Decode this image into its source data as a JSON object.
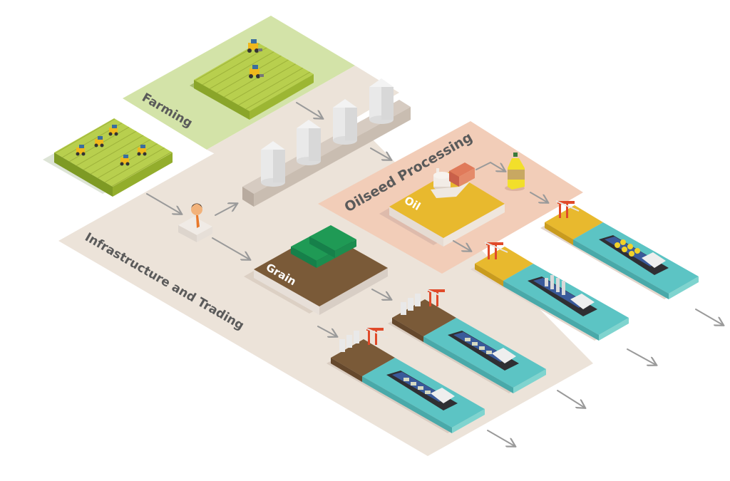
{
  "diagram": {
    "title": "Agricultural supply chain",
    "zones": {
      "farming": {
        "label": "Farming",
        "color": "#d3e3a8"
      },
      "infrastructure": {
        "label": "Infrastructure and Trading",
        "color": "#ece3d9"
      },
      "oilseed": {
        "label": "Oilseed Processing",
        "color": "#f2cdb8"
      }
    },
    "blocks": {
      "oil": {
        "label": "Oil",
        "color": "#e8b92e"
      },
      "grain": {
        "label": "Grain",
        "color": "#7a5a38"
      }
    },
    "fields": [
      {
        "name": "main-field",
        "tractors": 2
      },
      {
        "name": "side-field",
        "tractors": 5
      }
    ],
    "silos": {
      "count": 4
    },
    "trader": {
      "icon": "trader-headset-icon"
    },
    "ports": [
      {
        "name": "oil-port-bottles",
        "cargo": "oil-bottles",
        "quay_color": "#e8b92e"
      },
      {
        "name": "oil-port-silos",
        "cargo": "silos",
        "quay_color": "#e8b92e"
      },
      {
        "name": "grain-port-1",
        "cargo": "grain-hold",
        "quay_color": "#7a5a38"
      },
      {
        "name": "grain-port-2",
        "cargo": "grain-hold",
        "quay_color": "#7a5a38"
      }
    ],
    "colors": {
      "water": "#5cc4c4",
      "arrow": "#9a9a9a",
      "crane": "#e04a2a",
      "train": "#1f9a55",
      "silo": "#e9e9e9",
      "field": "#b5cc4a"
    }
  }
}
